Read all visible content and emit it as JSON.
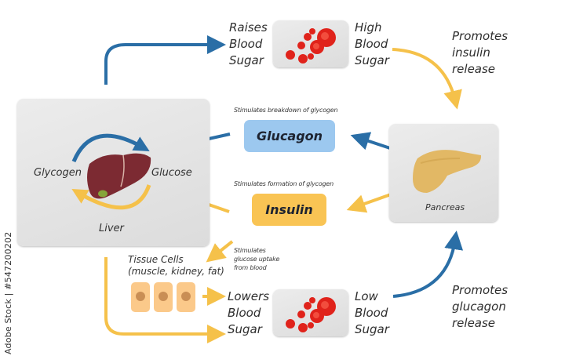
{
  "colors": {
    "blue_arrow": "#2a6ea6",
    "yellow_arrow": "#f5c14a",
    "glucagon_box": "#9cc8ef",
    "insulin_box": "#f9c454",
    "panel": "#e2e2e2",
    "cell": "#fbc98a",
    "nucleus": "#c98e55",
    "liver": "#7c2a32",
    "pancreas": "#e2b865",
    "blood_cell": "#e0231b"
  },
  "liver_panel": {
    "left_label": "Glycogen",
    "right_label": "Glucose",
    "caption": "Liver",
    "icons": [
      "liver-icon",
      "cycle-arrow-blue-icon",
      "cycle-arrow-yellow-icon"
    ]
  },
  "pancreas_panel": {
    "caption": "Pancreas",
    "icon": "pancreas-icon"
  },
  "glucagon": {
    "label": "Glucagon",
    "note": "Stimulates breakdown of glycogen"
  },
  "insulin": {
    "label": "Insulin",
    "note": "Stimulates formation of glycogen"
  },
  "uptake_note": [
    "Stimulates",
    "glucose uptake",
    "from blood"
  ],
  "tissue": {
    "title": "Tissue Cells",
    "subtitle": "(muscle, kidney, fat)",
    "cell_count": 3
  },
  "top_flow": {
    "raises": [
      "Raises",
      "Blood",
      "Sugar"
    ],
    "high": [
      "High",
      "Blood",
      "Sugar"
    ],
    "promotes": [
      "Promotes",
      "insulin",
      "release"
    ]
  },
  "bottom_flow": {
    "lowers": [
      "Lowers",
      "Blood",
      "Sugar"
    ],
    "low": [
      "Low",
      "Blood",
      "Sugar"
    ],
    "promotes": [
      "Promotes",
      "glucagon",
      "release"
    ]
  },
  "watermark": "Adobe Stock | #547200202"
}
